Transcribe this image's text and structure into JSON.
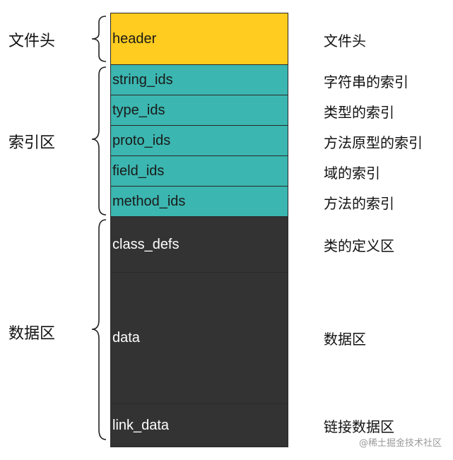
{
  "groups": {
    "file_header": "文件头",
    "index_area": "索引区",
    "data_area": "数据区"
  },
  "sections": [
    {
      "name": "header",
      "desc": "文件头",
      "color": "#ffcc1f"
    },
    {
      "name": "string_ids",
      "desc": "字符串的索引",
      "color": "#3bb6b0"
    },
    {
      "name": "type_ids",
      "desc": "类型的索引",
      "color": "#3bb6b0"
    },
    {
      "name": "proto_ids",
      "desc": "方法原型的索引",
      "color": "#3bb6b0"
    },
    {
      "name": "field_ids",
      "desc": "域的索引",
      "color": "#3bb6b0"
    },
    {
      "name": "method_ids",
      "desc": "方法的索引",
      "color": "#3bb6b0"
    },
    {
      "name": "class_defs",
      "desc": "类的定义区",
      "color": "#333333"
    },
    {
      "name": "data",
      "desc": "数据区",
      "color": "#333333"
    },
    {
      "name": "link_data",
      "desc": "链接数据区",
      "color": "#333333"
    }
  ],
  "watermark": "@稀土掘金技术社区"
}
